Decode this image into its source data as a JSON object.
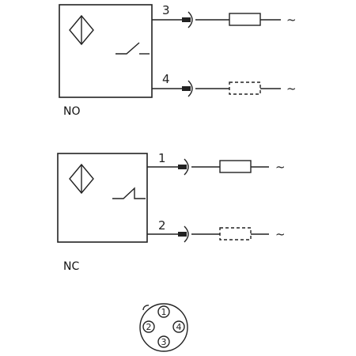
{
  "sections": [
    {
      "label": "NO",
      "top_pin": "3",
      "bottom_pin": "4",
      "supply_symbol": "~"
    },
    {
      "label": "NC",
      "top_pin": "1",
      "bottom_pin": "2",
      "supply_symbol": "~"
    }
  ],
  "connector": {
    "pins": [
      "1",
      "2",
      "3",
      "4"
    ]
  }
}
